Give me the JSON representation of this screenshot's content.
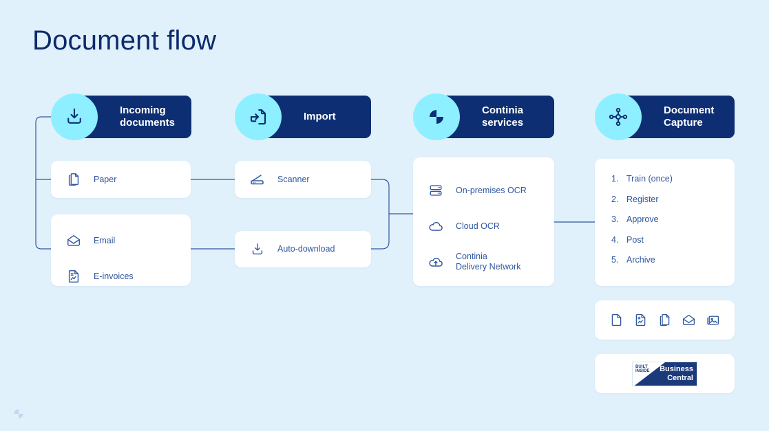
{
  "slide": {
    "title": "Document flow",
    "background_color": "#e1f1fb",
    "title_color": "#0d2a6b",
    "accent_cyan": "#8defff",
    "navy": "#0d2e73",
    "label_blue": "#2f569e"
  },
  "columns": [
    {
      "id": "incoming-documents",
      "header": {
        "title": "Incoming\ndocuments",
        "icon": "download-tray-icon"
      },
      "cards": [
        {
          "id": "paper-card",
          "items": [
            {
              "label": "Paper",
              "icon": "documents-copy-icon"
            }
          ]
        },
        {
          "id": "email-card",
          "items": [
            {
              "label": "Email",
              "icon": "envelope-icon"
            },
            {
              "label": "E-invoices",
              "icon": "document-chart-icon"
            }
          ]
        }
      ]
    },
    {
      "id": "import",
      "header": {
        "title": "Import",
        "icon": "document-import-icon"
      },
      "cards": [
        {
          "id": "scanner-card",
          "items": [
            {
              "label": "Scanner",
              "icon": "scanner-icon"
            }
          ]
        },
        {
          "id": "auto-download-card",
          "items": [
            {
              "label": "Auto-download",
              "icon": "download-tray-icon"
            }
          ]
        }
      ]
    },
    {
      "id": "continia-services",
      "header": {
        "title": "Continia\nservices",
        "icon": "continia-logo-icon"
      },
      "cards": [
        {
          "id": "services-card",
          "items": [
            {
              "label": "On-premises OCR",
              "icon": "server-icon"
            },
            {
              "label": "Cloud OCR",
              "icon": "cloud-icon"
            },
            {
              "label": "Continia\nDelivery Network",
              "icon": "cloud-upload-icon"
            }
          ]
        }
      ]
    },
    {
      "id": "document-capture",
      "header": {
        "title": "Document\nCapture",
        "icon": "network-nodes-icon"
      },
      "steps": [
        {
          "num": "1.",
          "label": "Train (once)"
        },
        {
          "num": "2.",
          "label": "Register"
        },
        {
          "num": "3.",
          "label": "Approve"
        },
        {
          "num": "4.",
          "label": "Post"
        },
        {
          "num": "5.",
          "label": "Archive"
        }
      ],
      "file_types": [
        "file-icon",
        "file-chart-icon",
        "file-copies-icon",
        "envelope-icon",
        "image-file-icon"
      ],
      "badge": {
        "built_inside": "BUILT\nINSIDE",
        "product_line1": "Business",
        "product_line2": "Central"
      }
    }
  ],
  "watermark": {
    "icon": "continia-logo-icon"
  }
}
